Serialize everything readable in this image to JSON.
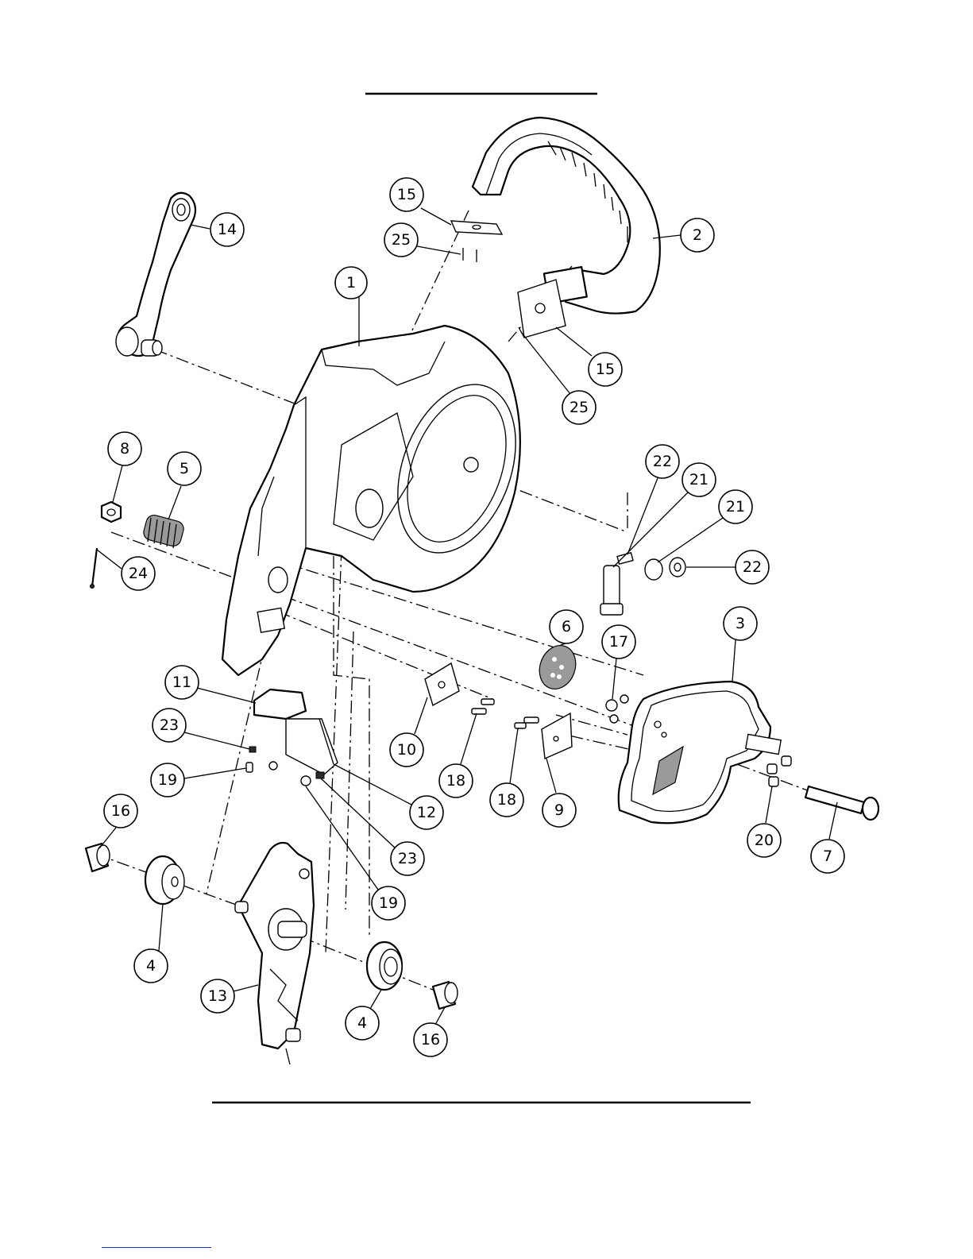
{
  "drawing": {
    "callouts": [
      "1",
      "2",
      "3",
      "4",
      "4",
      "5",
      "6",
      "7",
      "8",
      "9",
      "10",
      "11",
      "12",
      "13",
      "14",
      "15",
      "15",
      "16",
      "16",
      "17",
      "18",
      "18",
      "19",
      "19",
      "20",
      "21",
      "21",
      "22",
      "22",
      "23",
      "23",
      "24",
      "25",
      "25"
    ]
  }
}
